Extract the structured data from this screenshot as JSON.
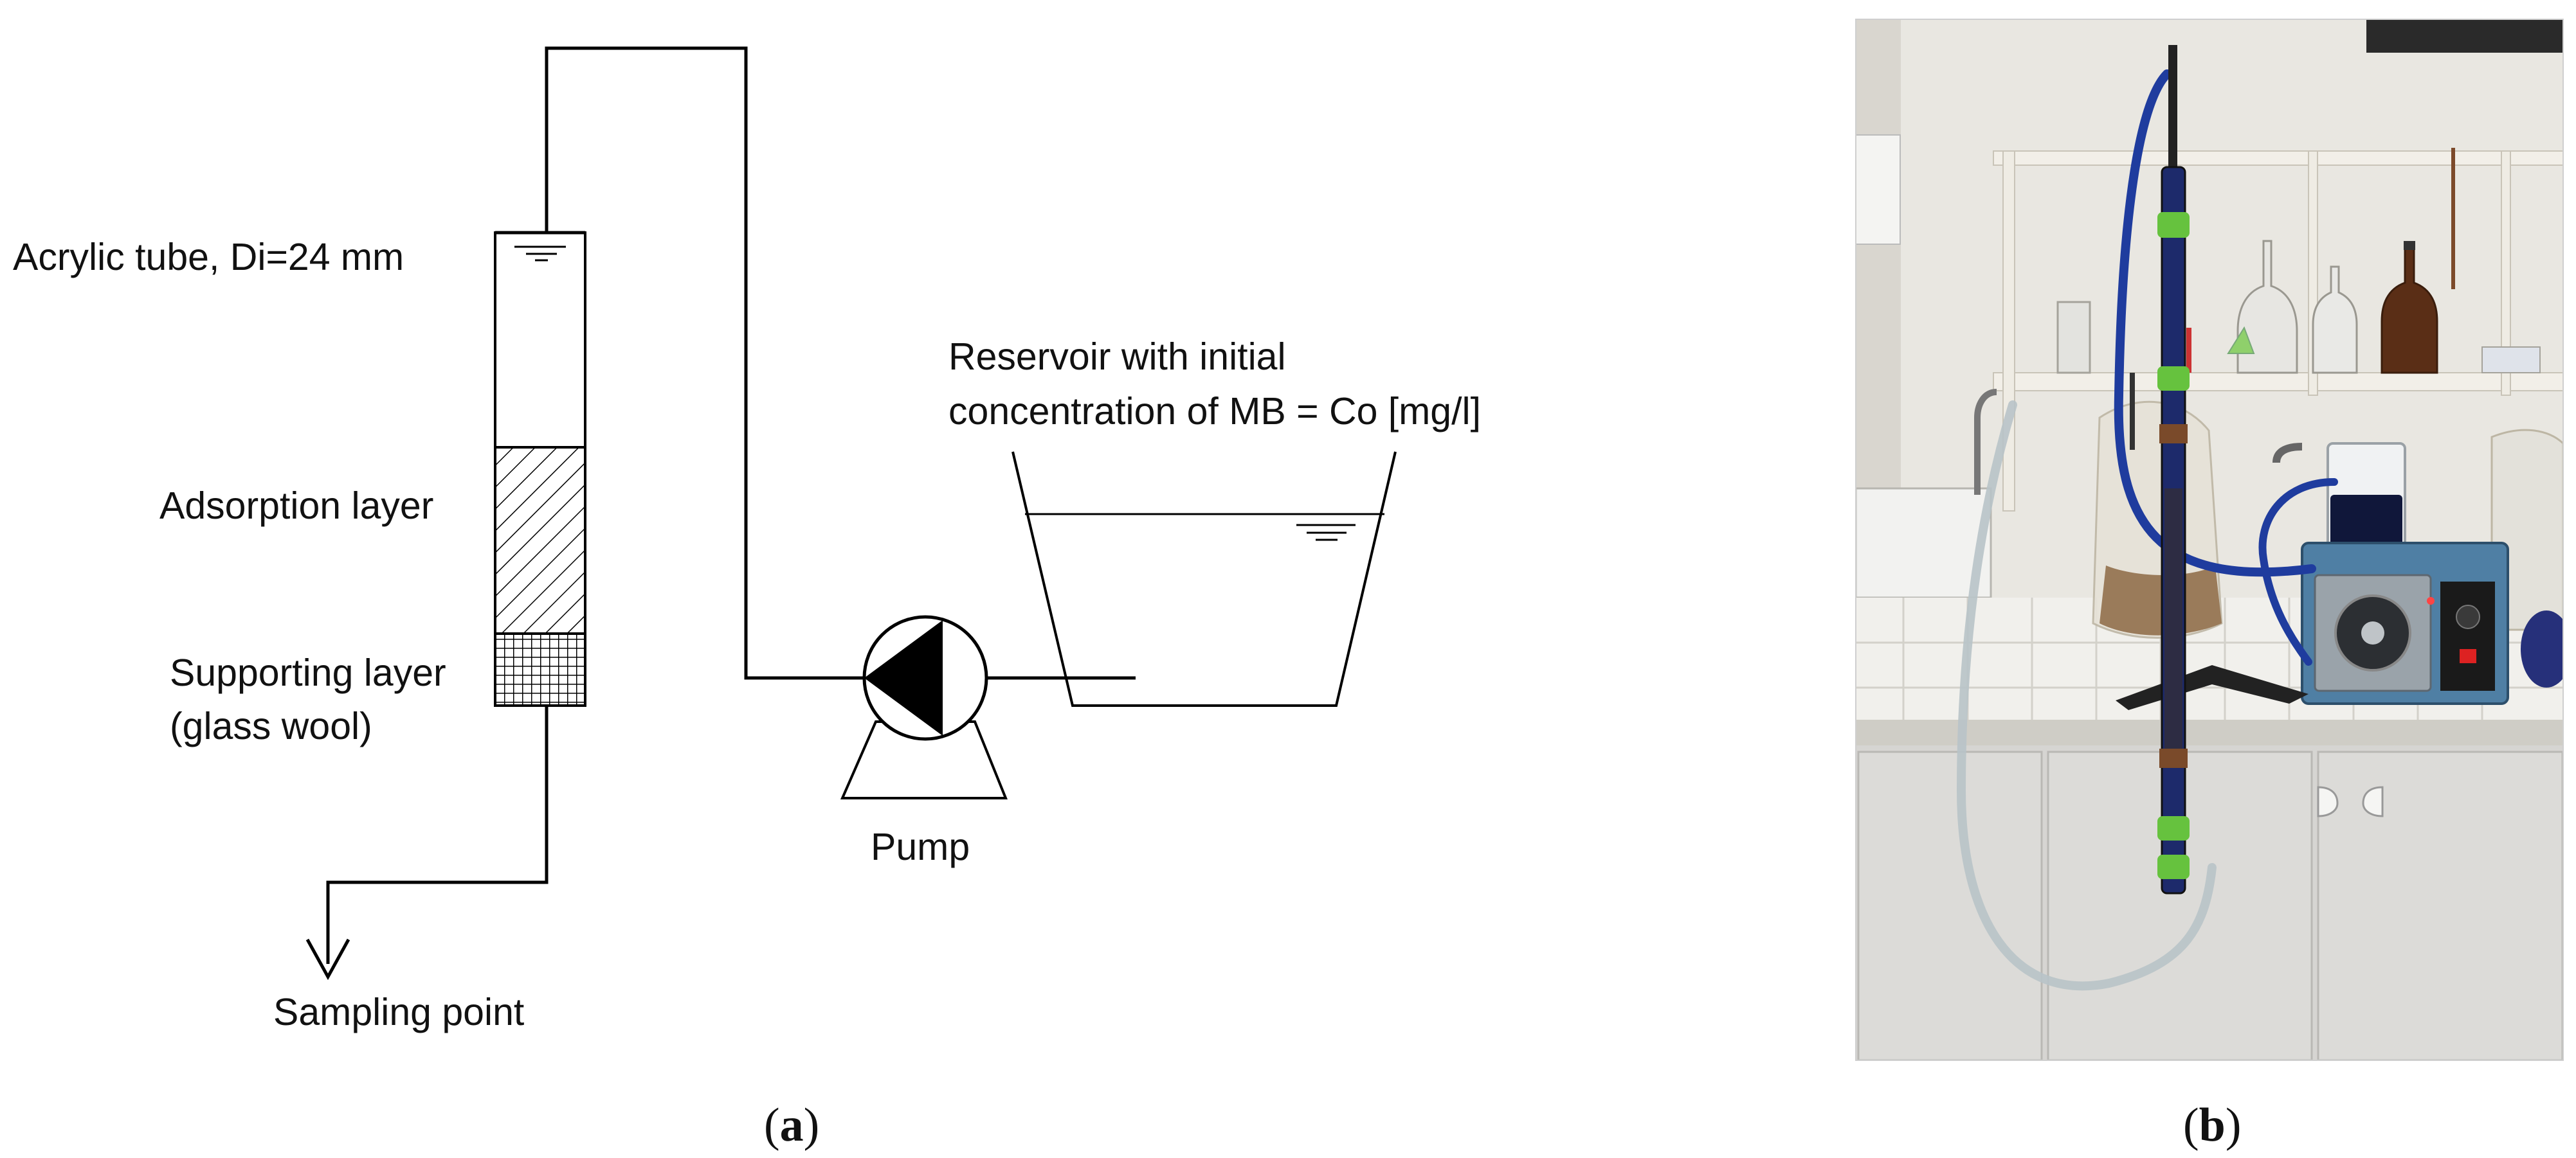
{
  "panel_a": {
    "labels": {
      "acrylic_tube": "Acrylic tube, Di=24 mm",
      "adsorption_layer": "Adsorption layer",
      "supporting_layer_line1": "Supporting layer",
      "supporting_layer_line2": "(glass wool)",
      "reservoir_line1": "Reservoir with initial",
      "reservoir_line2": "concentration of MB = Co [mg/l]",
      "pump": "Pump",
      "sampling_point": "Sampling point"
    },
    "caption": {
      "open": "(",
      "letter": "a",
      "close": ")"
    }
  },
  "panel_b": {
    "photo_description": "Laboratory setup: vertical acrylic column on a stand, peristaltic pump with blue tubing, beaker with dark methylene blue solution, lab bench and shelves with glassware",
    "caption": {
      "open": "(",
      "letter": "b",
      "close": ")"
    }
  },
  "colors": {
    "line": "#000000",
    "tube_blue": "#1f3c9e",
    "solution": "#10173a",
    "wall": "#e9e7e1",
    "cabinet": "#d7d6d3",
    "bench": "#f1f0ec",
    "pump_body": "#4f7fa4"
  }
}
